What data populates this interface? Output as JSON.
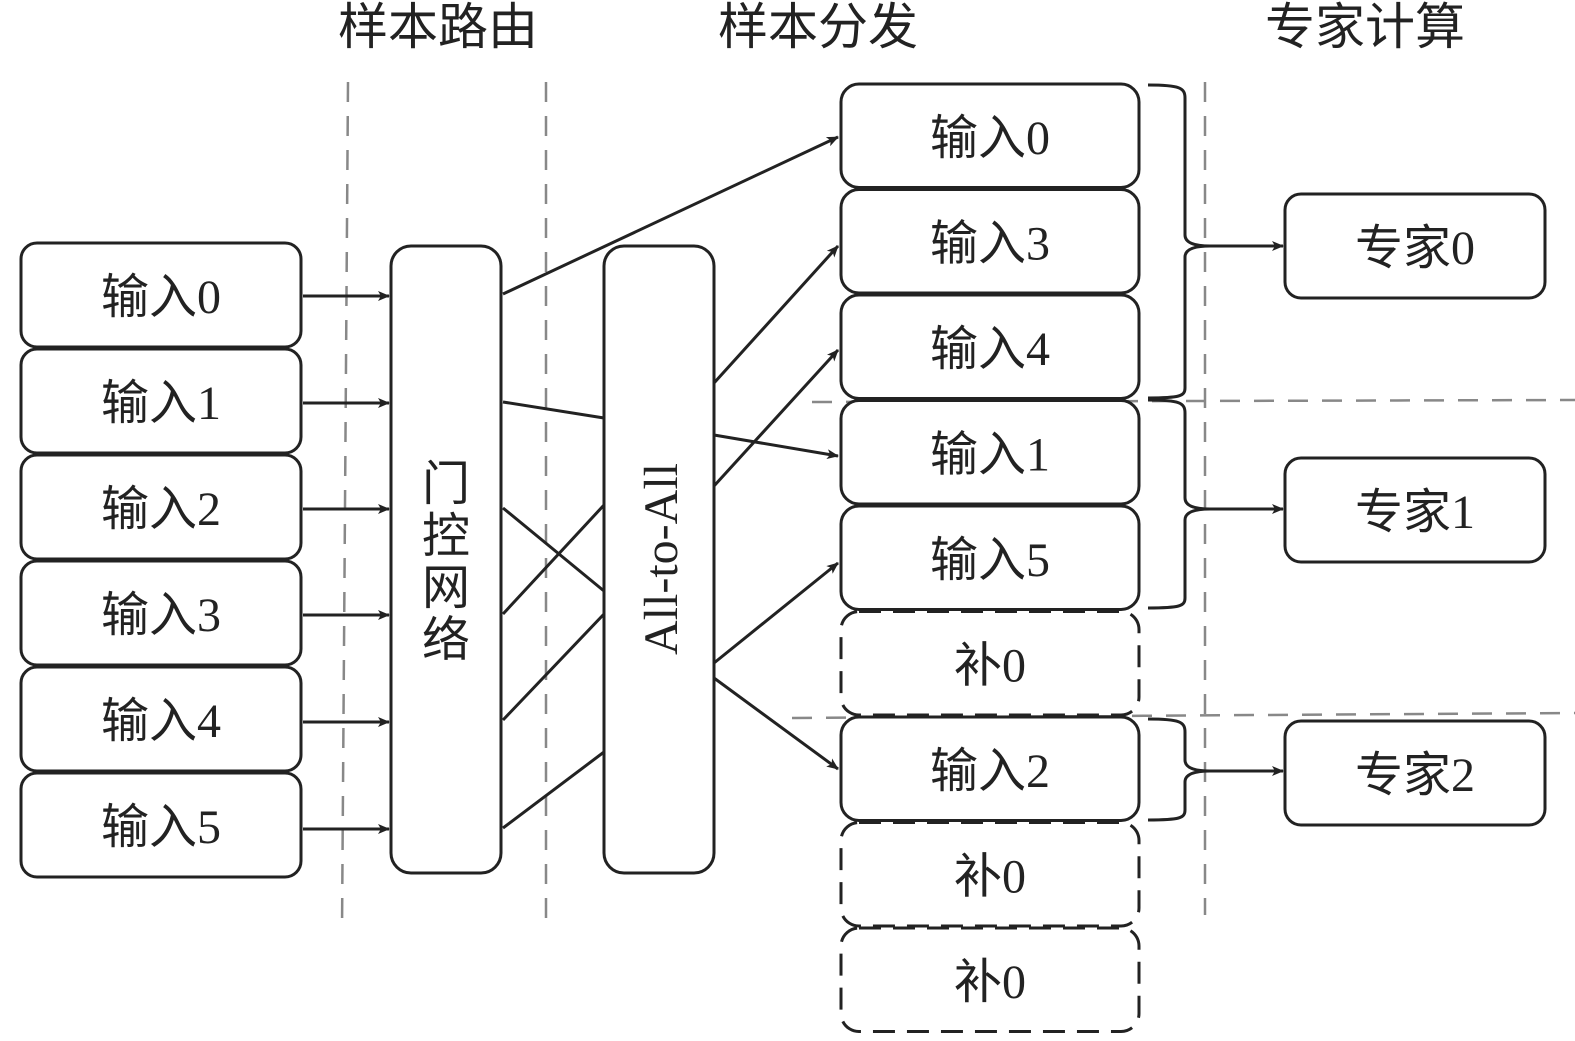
{
  "headers": {
    "routing": "样本路由",
    "dispatch": "样本分发",
    "expert_compute": "专家计算"
  },
  "inputs": [
    "输入0",
    "输入1",
    "输入2",
    "输入3",
    "输入4",
    "输入5"
  ],
  "gate_network": "门控网络",
  "all_to_all": "All-to-All",
  "dispatched_slots": [
    {
      "label": "输入0",
      "padding": false,
      "expert": 0
    },
    {
      "label": "输入3",
      "padding": false,
      "expert": 0
    },
    {
      "label": "输入4",
      "padding": false,
      "expert": 0
    },
    {
      "label": "输入1",
      "padding": false,
      "expert": 1
    },
    {
      "label": "输入5",
      "padding": false,
      "expert": 1
    },
    {
      "label": "补0",
      "padding": true,
      "expert": 1
    },
    {
      "label": "输入2",
      "padding": false,
      "expert": 2
    },
    {
      "label": "补0",
      "padding": true,
      "expert": 2
    },
    {
      "label": "补0",
      "padding": true,
      "expert": 2
    }
  ],
  "experts": [
    "专家0",
    "专家1",
    "专家2"
  ],
  "routes": [
    {
      "from": "输入0",
      "to_slot": 0
    },
    {
      "from": "输入1",
      "to_slot": 3
    },
    {
      "from": "输入2",
      "to_slot": 6
    },
    {
      "from": "输入3",
      "to_slot": 1
    },
    {
      "from": "输入4",
      "to_slot": 2
    },
    {
      "from": "输入5",
      "to_slot": 4
    }
  ]
}
